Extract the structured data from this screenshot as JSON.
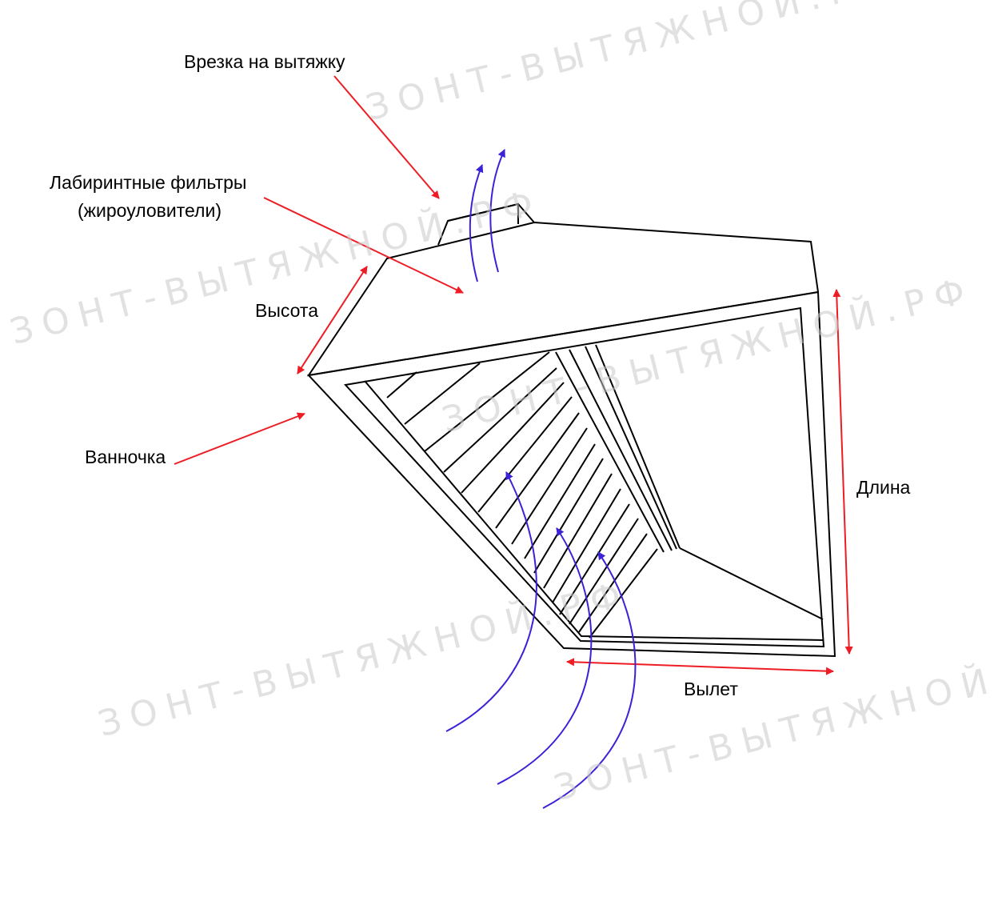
{
  "labels": {
    "cutout": "Врезка на вытяжку",
    "filters_line1": "Лабиринтные фильтры",
    "filters_line2": "(жироуловители)",
    "height": "Высота",
    "tray": "Ванночка",
    "length": "Длина",
    "overhang": "Вылет"
  },
  "watermark": "ЗОНТ-ВЫТЯЖНОЙ.РФ",
  "colors": {
    "annotation_arrows": "#ee1c24",
    "airflow_arrows": "#3a22d6",
    "outline": "#000000",
    "watermark": "#c9c9c9"
  }
}
